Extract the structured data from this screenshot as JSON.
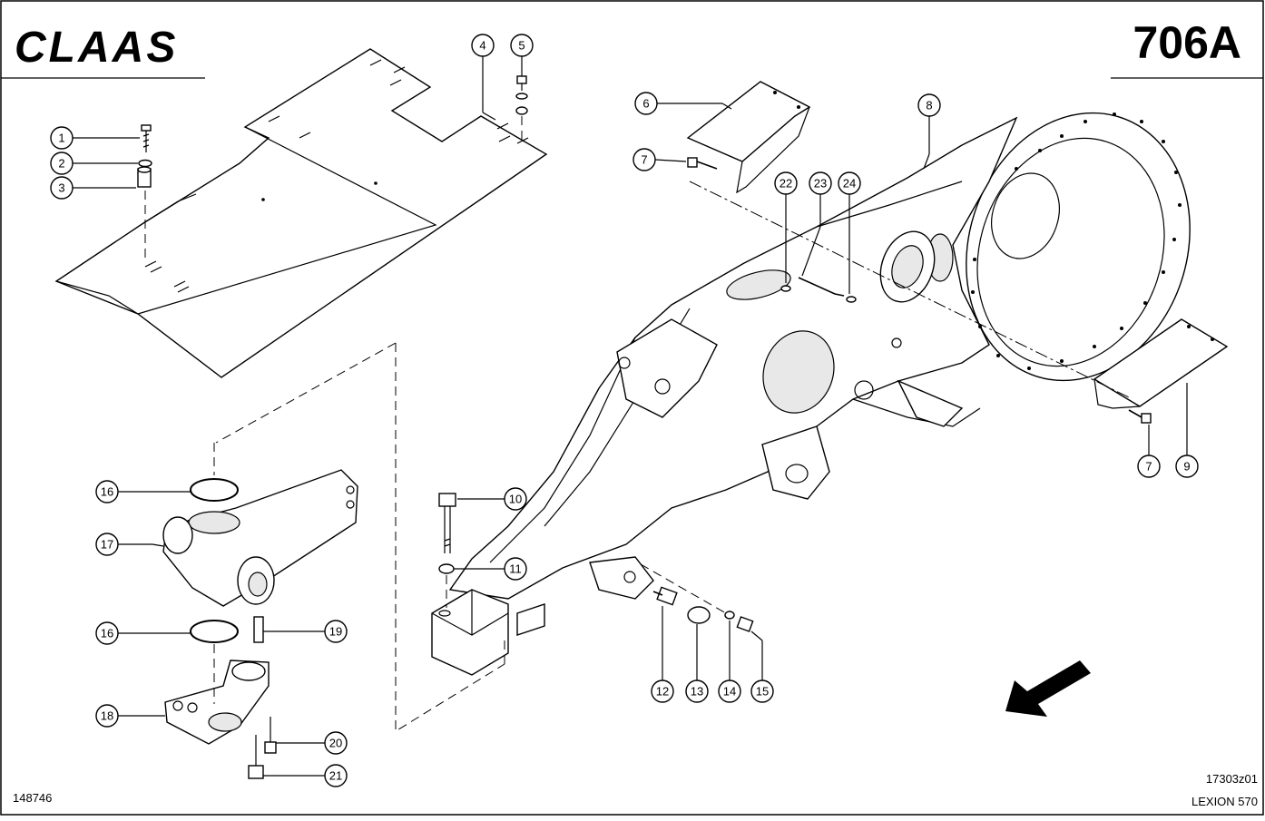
{
  "header": {
    "brand": "CLAAS",
    "page_code": "706A"
  },
  "footer": {
    "left_code": "148746",
    "right_code": "17303z01",
    "model": "LEXION 570"
  },
  "callouts": [
    "1",
    "2",
    "3",
    "4",
    "5",
    "6",
    "7",
    "8",
    "9",
    "10",
    "11",
    "12",
    "13",
    "14",
    "15",
    "16",
    "17",
    "18",
    "19",
    "20",
    "21",
    "22",
    "23",
    "24"
  ],
  "colors": {
    "ink": "#000000",
    "paper": "#ffffff"
  }
}
